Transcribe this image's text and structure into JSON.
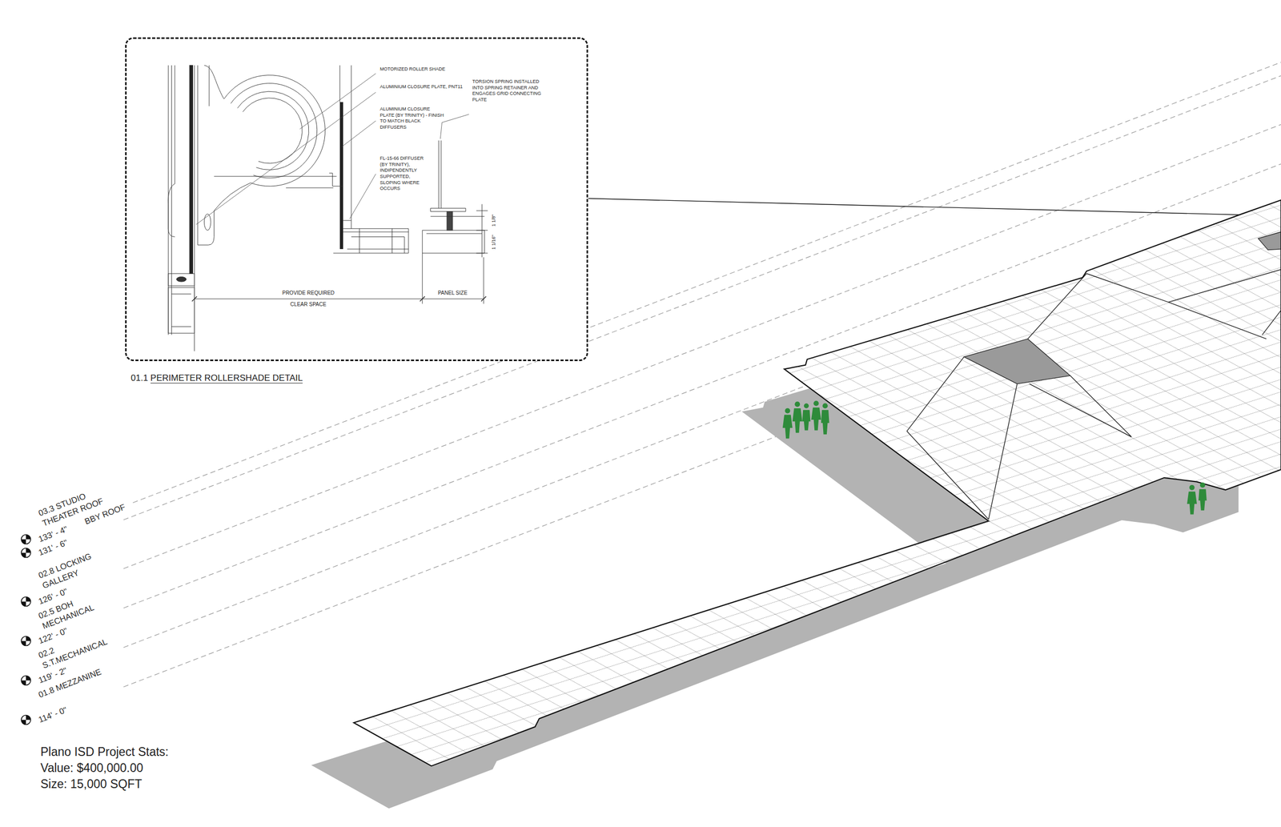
{
  "diagram": {
    "nodes": [
      {
        "text": [
          "01.1 PERIMETER ROLLERSHADE DETAIL"
        ]
      }
    ],
    "labels": [
      "MOTORIZED ROLLER SHADE",
      "ALUMINIUM CLOSURE PLATE, PNT11",
      "ALUMINIUM CLOSURE PLATE (BY TRINITY) - FINISH TO MATCH BLACK DIFFUSERS",
      "FL-15-66 DIFFUSER (BY TRINITY), INDIPENDENTLY SUPPORTED, SLOPING WHERE OCCURS",
      "TORSION SPRING INSTALLED INTO SPRING RETAINER AND ENGAGES GRID CONNECTING PLATE",
      "1 1/8\"",
      "1 1/16\"",
      "PROVIDE REQUIRED",
      "CLEAR SPACE",
      "PANEL SIZE",
      "03.3 STUDIO THEATER ROOF",
      "133' - 4\"",
      "BBY ROOF",
      "131' - 6\"",
      "02.8 LOCKING GALLERY",
      "126' - 0\"",
      "02.5 BOH MECHANICAL",
      "122' - 0\"",
      "02.2 S.T.MECHANICAL",
      "119' - 2\"",
      "01.8 MEZZANINE",
      "114' - 0\"",
      "Plano ISD Project Stats:",
      "Value: $400,000.00",
      "Size: 15,000 SQFT"
    ]
  }
}
